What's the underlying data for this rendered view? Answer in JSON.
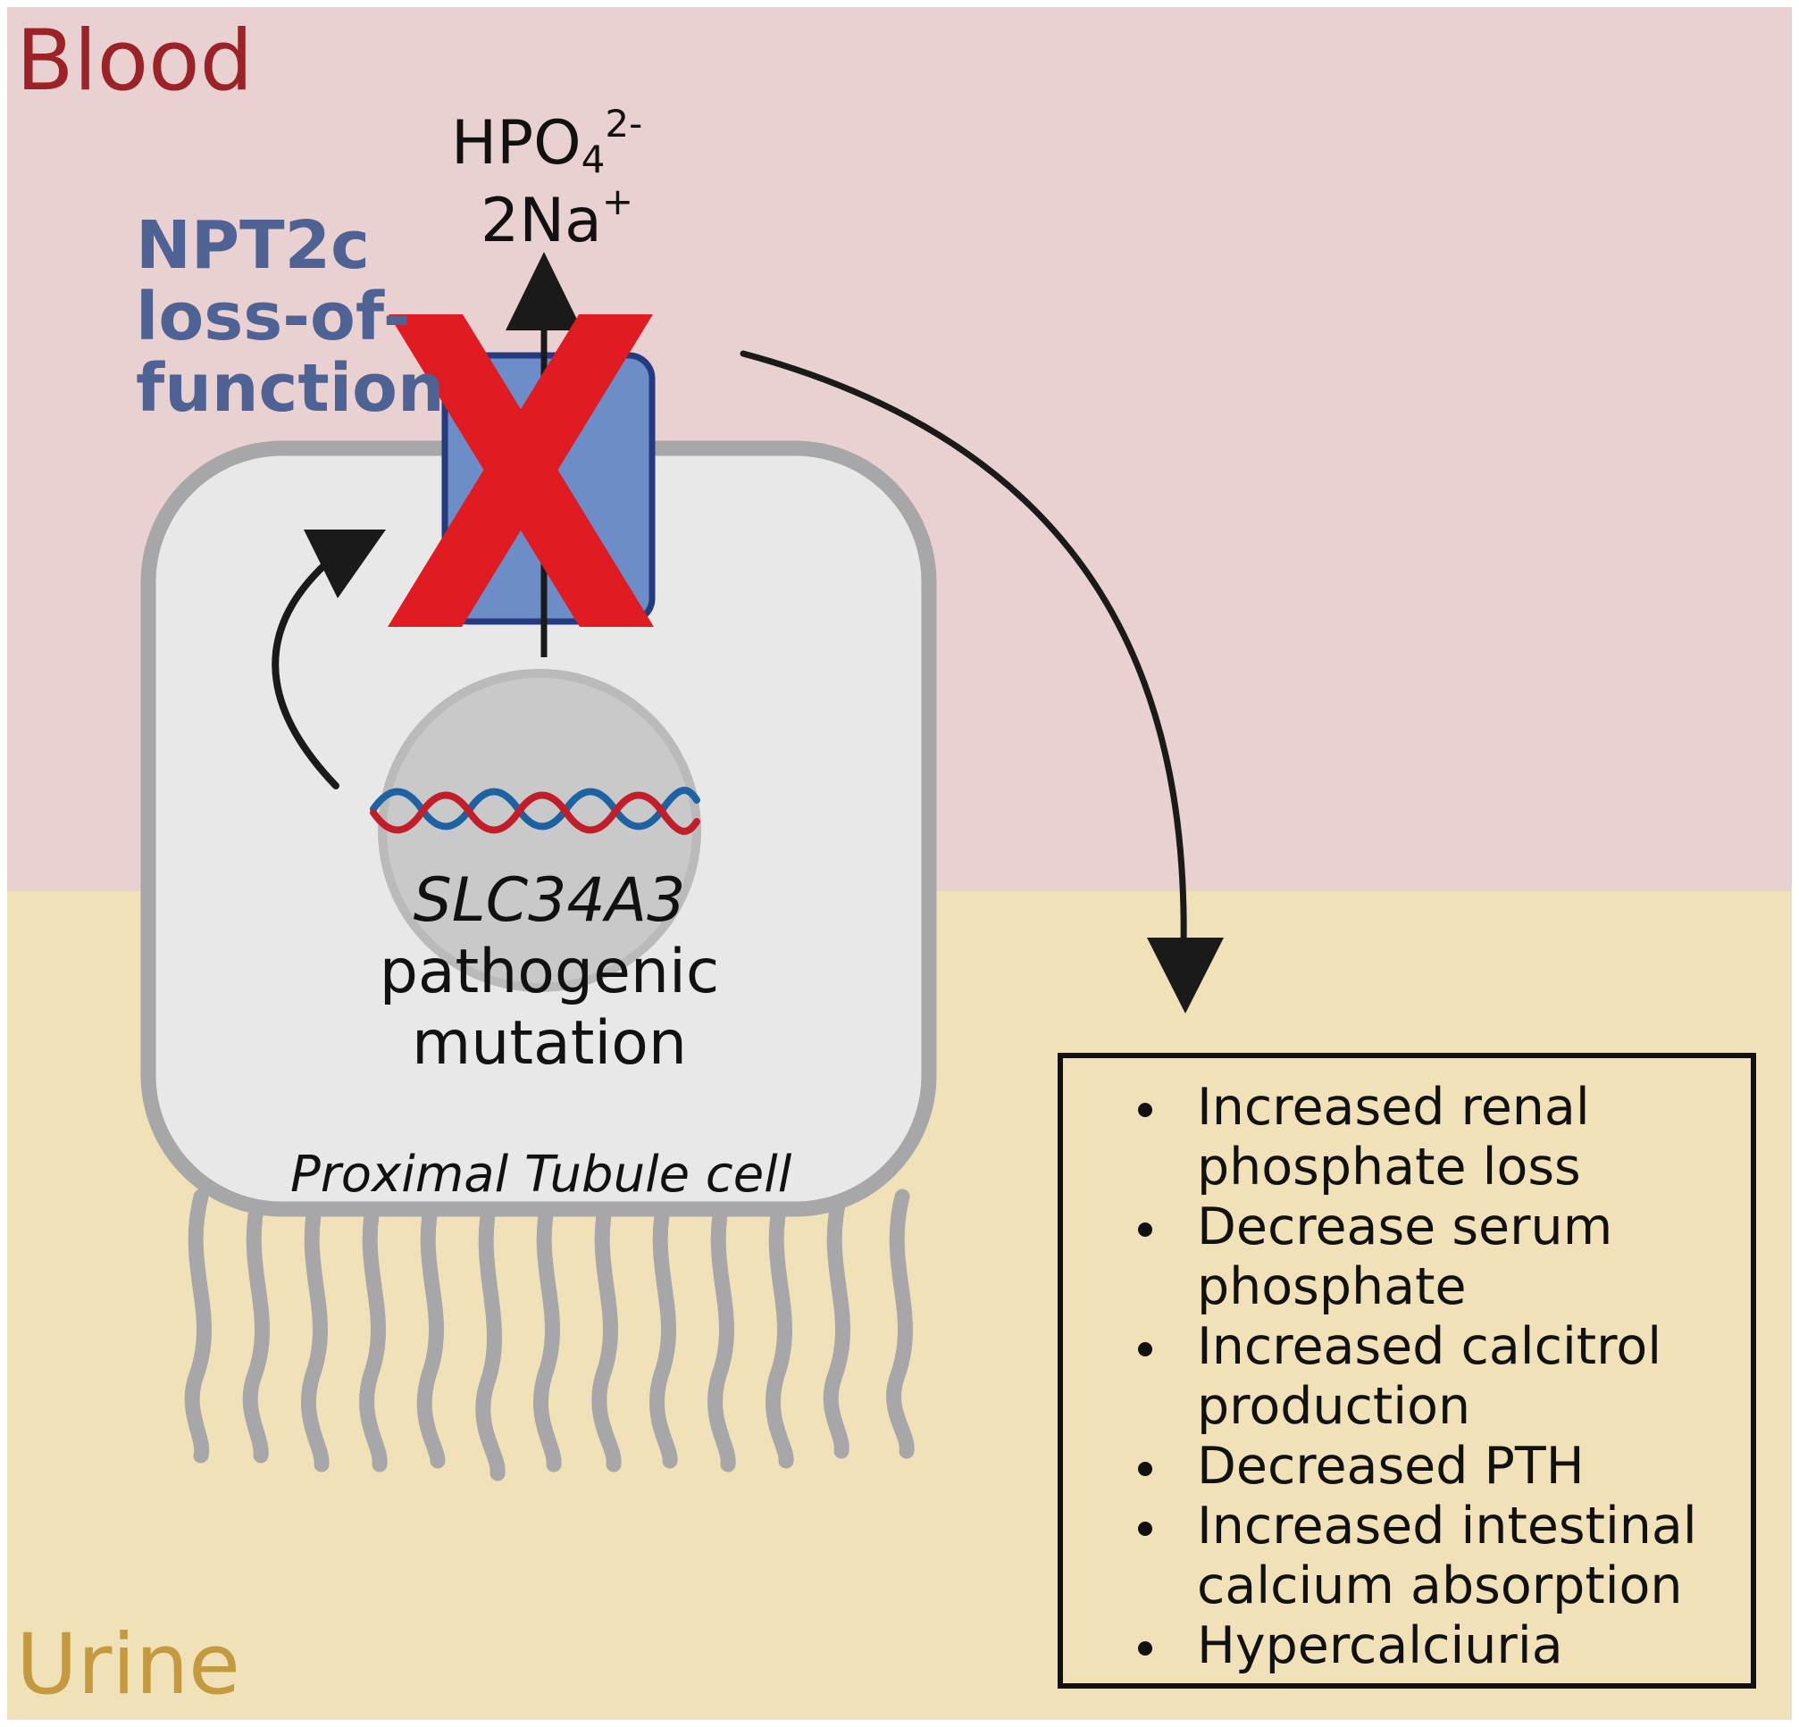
{
  "regions": {
    "blood_label": "Blood",
    "urine_label": "Urine"
  },
  "ions": {
    "phosphate": {
      "base": "HPO",
      "subscript": "4",
      "superscript": "2-"
    },
    "sodium": {
      "base": "2Na",
      "superscript": "+"
    }
  },
  "transporter": {
    "label_lines": [
      "NPT2c",
      "loss-of-",
      "function"
    ]
  },
  "gene": {
    "name": "SLC34A3",
    "description_lines": [
      "pathogenic",
      "mutation"
    ]
  },
  "cell": {
    "label": "Proximal Tubule cell"
  },
  "effects": {
    "items": [
      "Increased renal phosphate loss",
      "Decrease serum phosphate",
      "Increased calcitrol production",
      "Decreased PTH",
      "Increased intestinal calcium absorption",
      "Hypercalciuria"
    ]
  },
  "colors": {
    "blood_bg": "#e9d1d1",
    "urine_bg": "#f1e1b8",
    "cell_fill": "#e8e8e8",
    "cell_border": "#a7a7a9",
    "transporter_fill": "#6c8dc7",
    "transporter_border": "#253b80",
    "cross": "#e01b22",
    "dna_red": "#c21e2a",
    "dna_blue": "#1d63a3"
  }
}
